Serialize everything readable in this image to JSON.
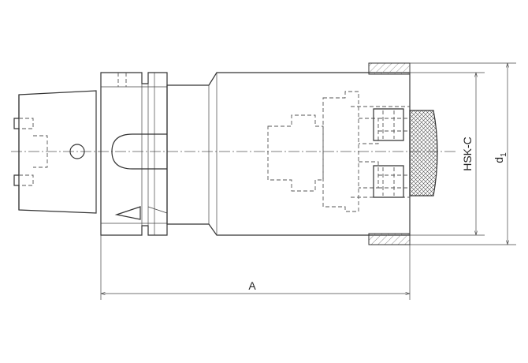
{
  "labels": {
    "length": "A",
    "interface": "HSK-C",
    "diameter_main": "d",
    "diameter_sub": "1"
  }
}
